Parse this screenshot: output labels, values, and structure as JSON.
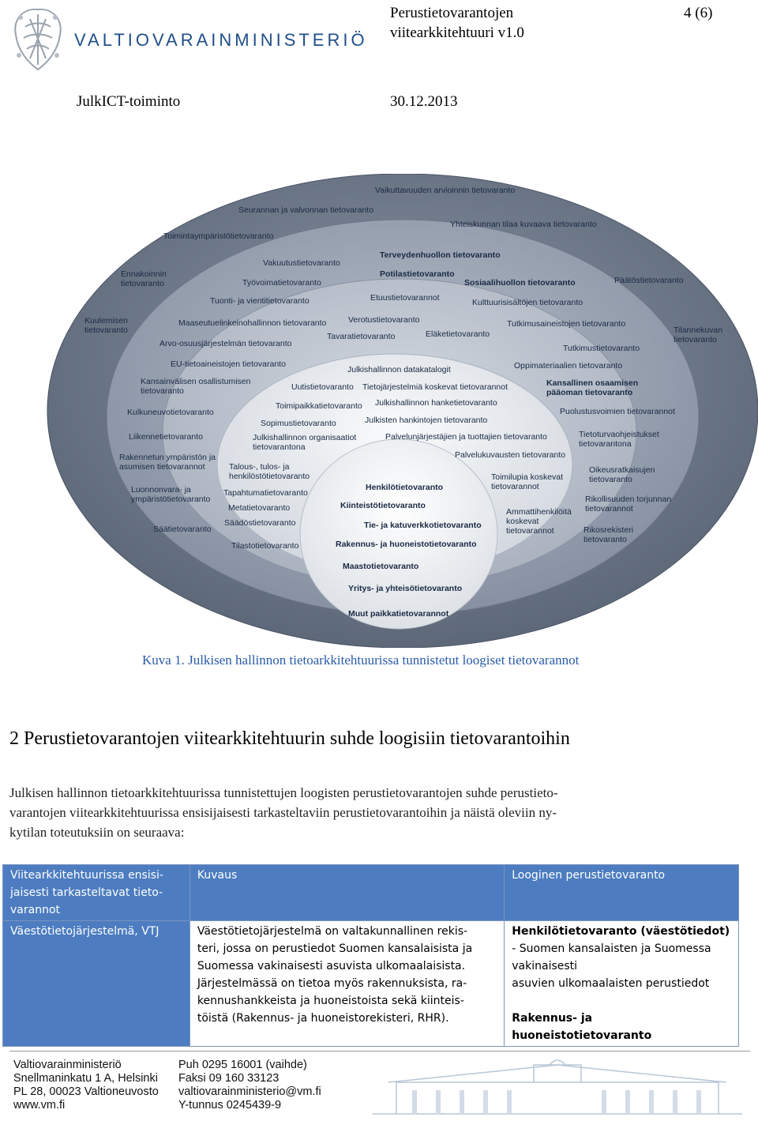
{
  "header": {
    "logo_text": "VALTIOVARAINMINISTERIÖ",
    "doc_title_line1": "Perustietovarantojen",
    "doc_title_line2": "viitearkkitehtuuri v1.0",
    "page_number": "4 (6)",
    "unit": "JulkICT-toiminto",
    "date": "30.12.2013"
  },
  "diagram": {
    "labels": [
      "Vaikuttavuuden arvioinnin tietovaranto",
      "Seurannan ja valvonnan tietovaranto",
      "Yhteiskunnan tilaa kuvaava tietovaranto",
      "Toimintaympäristötietovaranto",
      "Ennakoinnin",
      "tietovaranto",
      "Vakuutustietovaranto",
      "Terveydenhuollon tietovaranto",
      "Työvoimatietovaranto",
      "Potilastietovaranto",
      "Sosiaalihuollon tietovaranto",
      "Päätöstietovaranto",
      "Tuonti- ja vientitietovaranto",
      "Etuustietovarannot",
      "Kulttuurisisältöjen tietovaranto",
      "Kuulemisen",
      "tietovaranto",
      "Maaseutuelinkeinohallinnon tietovaranto",
      "Verotustietovaranto",
      "Tutkimusaineistojen tietovaranto",
      "Tilannekuvan",
      "tietovaranto",
      "Tavaratietovaranto",
      "Eläketietovaranto",
      "Arvo-osuusjärjestelmän tietovaranto",
      "Tutkimustietovaranto",
      "EU-tietoaineistojen tietovaranto",
      "Julkishallinnon datakatalogit",
      "Oppimateriaalien tietovaranto",
      "Kansainvälisen osallistumisen",
      "tietovaranto",
      "Kansallinen osaamisen",
      "pääoman tietovaranto",
      "Uutistietovaranto",
      "Tietojärjestelmiä koskevat tietovarannot",
      "Julkishallinnon hanketietovaranto",
      "Toimipaikkatietovaranto",
      "Kulkuneuvotietovaranto",
      "Puolustusvoimien tietovarannot",
      "Sopimustietovaranto",
      "Julkisten hankintojen tietovaranto",
      "Liikennetietovaranto",
      "Julkishallinnon organisaatiot",
      "tietovarantona",
      "Palvelunjärjestäjien ja tuottajien tietovaranto",
      "Tietoturvaohjeistukset",
      "tietovarantona",
      "Rakennetun ympäristön ja",
      "asumisen tietovarannot",
      "Palvelukuvausten tietovaranto",
      "Talous-, tulos- ja",
      "henkilöstötietovaranto",
      "Oikeusratkaisujen",
      "tietovaranto",
      "Toimilupia koskevat",
      "tietovarannot",
      "Henkilötietovaranto",
      "Tapahtumatietovaranto",
      "Luonnonvara- ja",
      "ympäristötietovaranto",
      "Rikollisuuden torjunnan",
      "tietovarannot",
      "Kiinteistötietovaranto",
      "Metatietovaranto",
      "Ammattihenkilöitä",
      "koskevat",
      "tietovarannot",
      "Säädöstietovaranto",
      "Tie- ja katuverkkotietovaranto",
      "Säätietovaranto",
      "Rikosrekisteri",
      "tietovaranto",
      "Tilastotietovaranto",
      "Rakennus- ja huoneistotietovaranto",
      "Maastotietovaranto",
      "Yritys- ja yhteisötietovaranto",
      "Muut paikkatietovarannot"
    ]
  },
  "caption": "Kuva 1. Julkisen hallinnon tietoarkkitehtuurissa tunnistetut loogiset tietovarannot",
  "section_title": "2 Perustietovarantojen viitearkkitehtuurin suhde loogisiin tietovarantoihin",
  "paragraph": {
    "line1": "Julkisen hallinnon tietoarkkitehtuurissa tunnistettujen loogisten perustietovarantojen suhde perustieto-",
    "line2": "varantojen viitearkkitehtuurissa ensisijaisesti tarkasteltaviin perustietovarantoihin ja näistä oleviin ny-",
    "line3": "kytilan toteutuksiin on seuraava:"
  },
  "table": {
    "headers": [
      [
        "Viitearkkitehtuurissa ensisi-",
        "jaisesti tarkasteltavat tieto-",
        "varannot"
      ],
      [
        "Kuvaus"
      ],
      [
        "Looginen perustietovaranto"
      ]
    ],
    "row": {
      "col1": "Väestötietojärjestelmä, VTJ",
      "col2": [
        "Väestötietojärjestelmä on valtakunnallinen rekis-",
        "teri, jossa on perustiedot Suomen kansalaisista ja",
        "Suomessa vakinaisesti asuvista ulkomaalaisista.",
        "Järjestelmässä on tietoa myös rakennuksista, ra-",
        "kennushankkeista ja huoneistoista sekä kiinteis-",
        "töistä (Rakennus- ja huoneistorekisteri, RHR)."
      ],
      "col3": [
        "Henkilötietovaranto (väestötiedot)",
        "- Suomen kansalaisten ja Suomessa",
        "vakinaisesti",
        "asuvien ulkomaalaisten perustiedot",
        "",
        "Rakennus- ja huoneistotietovaranto"
      ]
    }
  },
  "footer": {
    "col1": [
      "Valtiovarainministeriö",
      "Snellmaninkatu 1 A, Helsinki",
      "PL 28, 00023 Valtioneuvosto",
      "www.vm.fi"
    ],
    "col2": [
      "Puh 0295 16001 (vaihde)",
      "Faksi 09 160 33123",
      "valtiovarainministerio@vm.fi",
      "Y-tunnus 0245439-9"
    ]
  }
}
